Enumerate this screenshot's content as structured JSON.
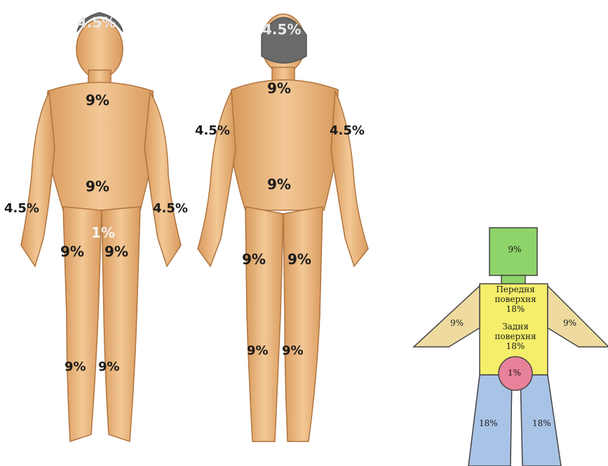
{
  "front": {
    "head": "4.5%",
    "chest": "9%",
    "abdomen": "9%",
    "arm_left": "4.5%",
    "arm_right": "4.5%",
    "genitals": "1%",
    "thigh_left": "9%",
    "thigh_right": "9%",
    "shin_left": "9%",
    "shin_right": "9%"
  },
  "back": {
    "head": "4.5%",
    "upper_back": "9%",
    "lower_back": "9%",
    "arm_left": "4.5%",
    "arm_right": "4.5%",
    "thigh_left": "9%",
    "thigh_right": "9%",
    "shin_left": "9%",
    "shin_right": "9%"
  },
  "schematic": {
    "head": "9%",
    "torso_front_1": "Передня",
    "torso_front_2": "поверхня",
    "torso_front_3": "18%",
    "torso_back_1": "Задня",
    "torso_back_2": "поверхня",
    "torso_back_3": "18%",
    "arm_left": "9%",
    "arm_right": "9%",
    "genitals": "1%",
    "leg_left": "18%",
    "leg_right": "18%",
    "colors": {
      "head": "#8fd46a",
      "torso": "#f4ee6a",
      "arms": "#efdba0",
      "genitals": "#e8819a",
      "legs": "#a9c3e6"
    }
  }
}
